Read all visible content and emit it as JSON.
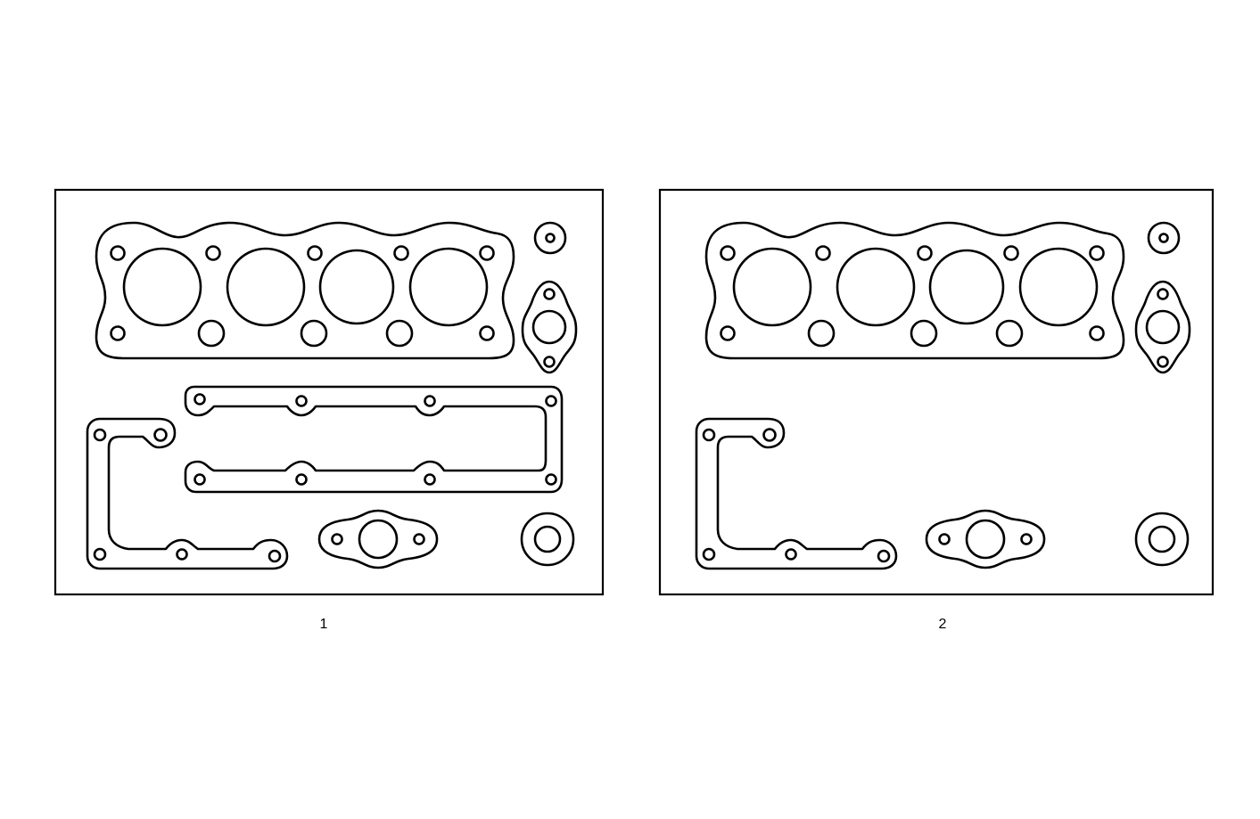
{
  "panels": [
    {
      "label": "1",
      "parts": [
        "head-gasket",
        "cover-gasket",
        "side-gasket",
        "flange-gasket",
        "round-gasket",
        "ring-small",
        "oval-gasket"
      ]
    },
    {
      "label": "2",
      "parts": [
        "head-gasket",
        "side-gasket",
        "flange-gasket",
        "round-gasket",
        "ring-small",
        "oval-gasket"
      ]
    }
  ],
  "colors": {
    "ink": "#000000",
    "background": "#ffffff"
  }
}
